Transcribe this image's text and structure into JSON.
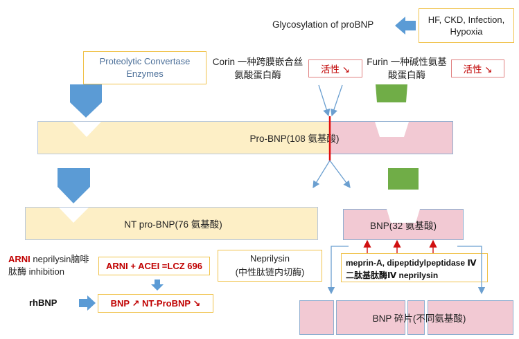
{
  "glycosylation": "Glycosylation of proBNP",
  "conditions": "HF, CKD, Infection, Hypoxia",
  "proteolytic": "Proteolytic Convertase Enzymes",
  "corin": "Corin 一种跨膜嵌合丝氨酸蛋白酶",
  "furin": "Furin 一种碱性氨基酸蛋白酶",
  "activity_label": "活性 ↘",
  "pro_bnp": "Pro-BNP(108 氨基酸)",
  "nt_pro_bnp": "NT pro-BNP(76 氨基酸)",
  "bnp": "BNP(32 氨基酸)",
  "arni_word": "ARNI",
  "arni_desc": "neprilysin脑啡肽酶 inhibition",
  "lcz": "ARNI + ACEI =LCZ 696",
  "neprilysin_title": "Neprilysin",
  "neprilysin_sub": "(中性肽链内切酶)",
  "meprin": "meprin-A, dipeptidylpeptidase Ⅳ 二肽基肽酶Ⅳ neprilysin",
  "rhbnp": "rhBNP",
  "bnp_result": "BNP ↗ NT-ProBNP ↘",
  "fragments": "BNP 碎片(不同氨基酸)",
  "colors": {
    "accent_blue": "#5b9bd5",
    "green": "#70ad47",
    "red": "#c00000",
    "yellow_bar": "#fdefc6",
    "pink_bar": "#f2c9d3"
  }
}
